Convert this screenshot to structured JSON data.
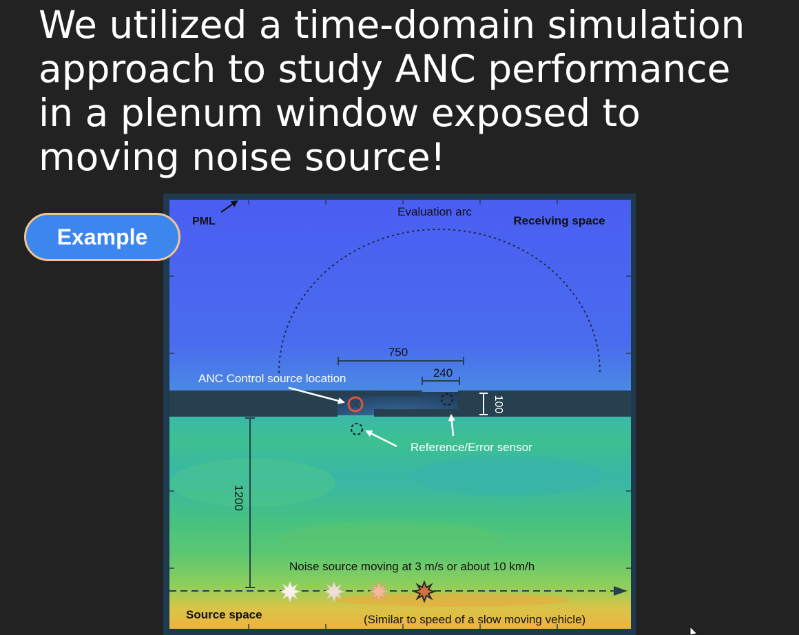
{
  "headline": {
    "line1": "We utilized a time-domain simulation",
    "line2": "approach to study ANC performance",
    "line3": "in a plenum window exposed to",
    "line4": "moving noise source!"
  },
  "example_button": {
    "label": "Example"
  },
  "figure": {
    "labels": {
      "pml": "PML",
      "evaluation_arc": "Evaluation arc",
      "receiving_space": "Receiving space",
      "dim_750": "750",
      "dim_240": "240",
      "dim_100": "100",
      "dim_1200": "1200",
      "anc_control": "ANC Control source location",
      "ref_error_sensor": "Reference/Error sensor",
      "noise_source": "Noise source moving at 3 m/s or about 10 km/h",
      "source_space": "Source space",
      "similar_speed": "(Similar to speed of a slow moving vehicle)"
    },
    "colors": {
      "receiving": "#4a64ee",
      "source_field": "#37c585",
      "wall": "#27404f",
      "frame": "#1e3a4e",
      "anc_marker": "#e5533a",
      "source_band": "#f0b23e"
    },
    "noise_source_icons": [
      "burst-icon-white",
      "burst-icon-light",
      "burst-icon-peach",
      "burst-icon-dark"
    ]
  }
}
